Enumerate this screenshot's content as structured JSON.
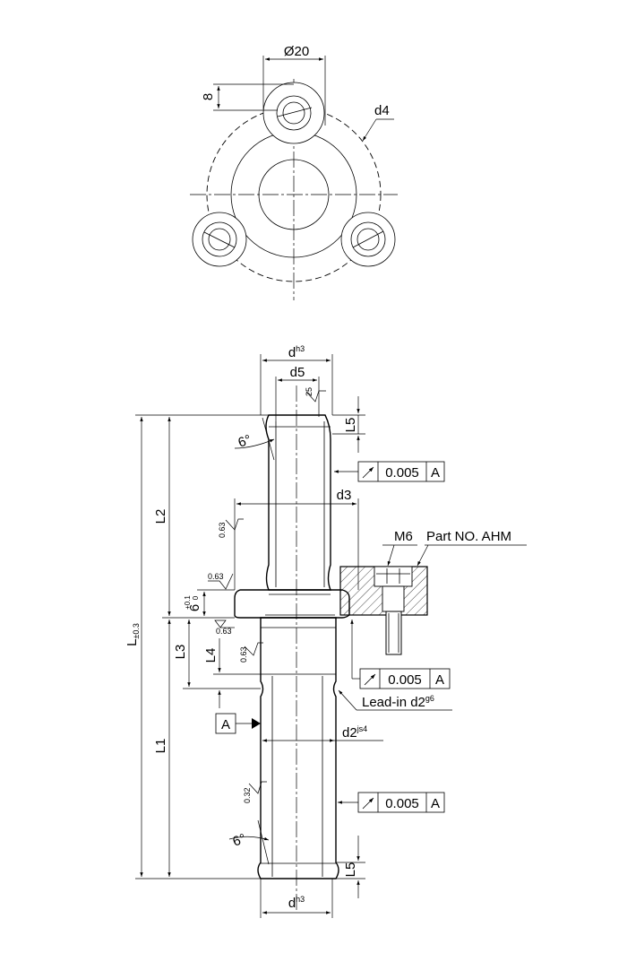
{
  "top_view": {
    "dia_20": "Ø20",
    "dim_8": "8",
    "d4": "d4"
  },
  "side_view": {
    "d_top": "d",
    "d_top_sup": "h3",
    "d5": "d5",
    "rough_25": "25",
    "L5_top": "L5",
    "angle_top": "6°",
    "tol_top": {
      "value": "0.005",
      "datum": "A"
    },
    "d3": "d3",
    "L2": "L2",
    "rough_063_a": "0.63",
    "rough_063_b": "0.63",
    "rough_063_c": "0.63",
    "rough_063_d": "0.63",
    "six": "6",
    "six_plus": "+0.1",
    "six_zero": "0",
    "M6": "M6",
    "part_no": "Part NO. AHM",
    "L_total": "L",
    "L_total_sub": "±0.3",
    "L3": "L3",
    "L4": "L4",
    "tol_mid": {
      "value": "0.005",
      "datum": "A"
    },
    "lead_in": "Lead-in d2",
    "lead_in_sup": "g6",
    "datum_A": "A",
    "d2": "d2",
    "d2_sup": "js4",
    "L1": "L1",
    "rough_032": "0.32",
    "tol_bot": {
      "value": "0.005",
      "datum": "A"
    },
    "angle_bot": "6°",
    "L5_bot": "L5",
    "d_bot": "d",
    "d_bot_sup": "h3"
  }
}
